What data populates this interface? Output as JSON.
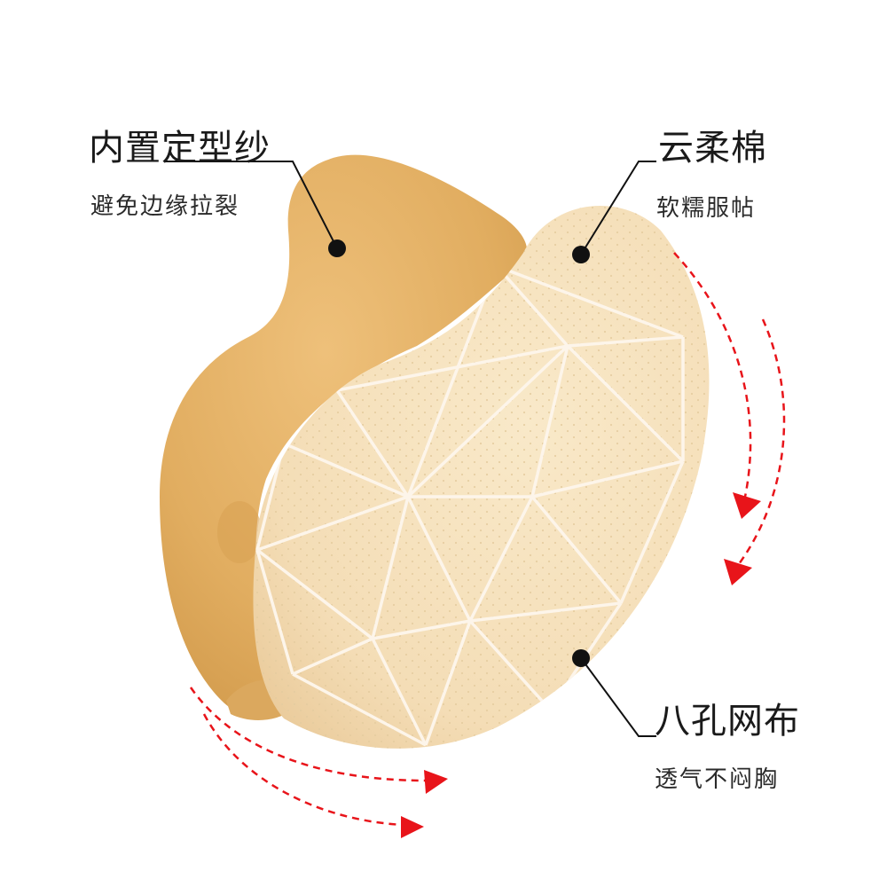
{
  "callouts": {
    "left_top": {
      "title": "内置定型纱",
      "subtitle": "避免边缘拉裂"
    },
    "right_top": {
      "title": "云柔棉",
      "subtitle": "软糯服帖"
    },
    "right_bottom": {
      "title": "八孔网布",
      "subtitle": "透气不闷胸"
    }
  },
  "colors": {
    "back_layer": "#e6b46a",
    "front_layer": "#f6e2bf",
    "mesh_line": "#fdf5ea",
    "arrow": "#e8141a",
    "text": "#1a1a1a"
  },
  "icons": [
    "callout-dot",
    "dashed-curved-arrow"
  ]
}
